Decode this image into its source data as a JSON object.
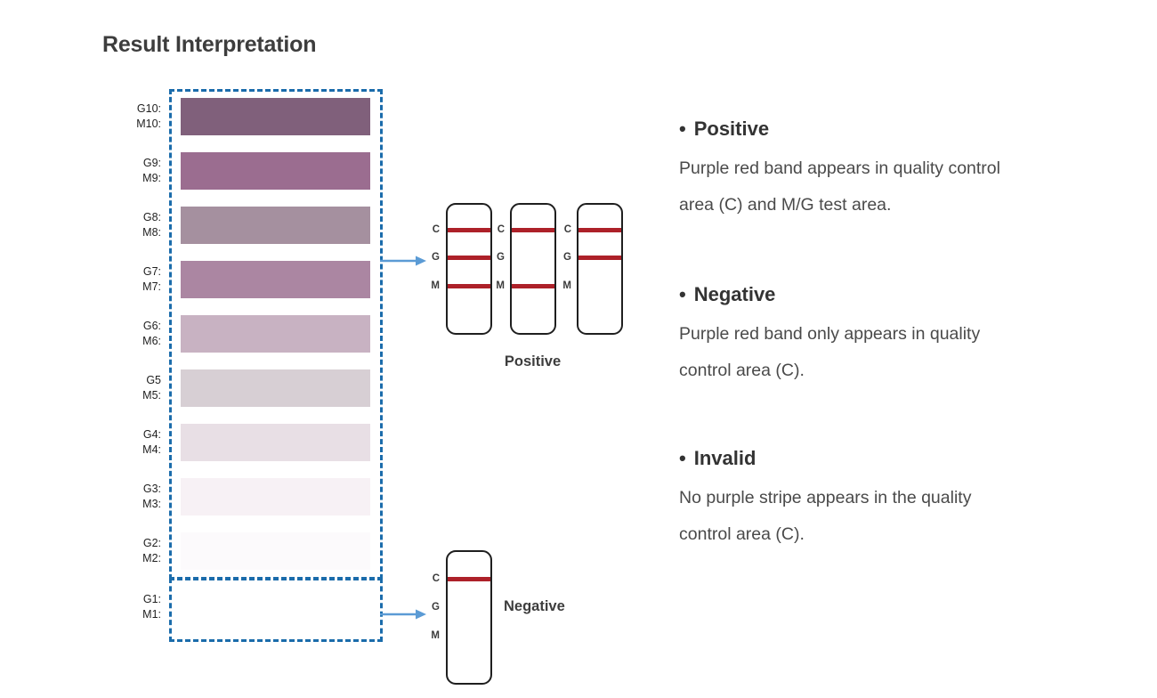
{
  "page": {
    "title": "Result Interpretation",
    "background": "#ffffff"
  },
  "ui": {
    "bullet": "•"
  },
  "colors": {
    "dashed_box": "#1b6cab",
    "arrow": "#5b9bd5",
    "band_red": "#ad2129",
    "strip_border": "#1f1f1f",
    "title_text": "#3d3d3d",
    "body_text": "#4a4a4a"
  },
  "scale": {
    "rows": [
      {
        "g_label": "G10:",
        "m_label": "M10:",
        "color": "#80607b"
      },
      {
        "g_label": "G9:",
        "m_label": "M9:",
        "color": "#9b6d90"
      },
      {
        "g_label": "G8:",
        "m_label": "M8:",
        "color": "#a5909f"
      },
      {
        "g_label": "G7:",
        "m_label": "M7:",
        "color": "#ab86a2"
      },
      {
        "g_label": "G6:",
        "m_label": "M6:",
        "color": "#c8b2c2"
      },
      {
        "g_label": "G5",
        "m_label": "M5:",
        "color": "#d7cfd4"
      },
      {
        "g_label": "G4:",
        "m_label": "M4:",
        "color": "#e8dfe5"
      },
      {
        "g_label": "G3:",
        "m_label": "M3:",
        "color": "#f7f1f5"
      },
      {
        "g_label": "G2:",
        "m_label": "M2:",
        "color": "#fcfafc"
      },
      {
        "g_label": "G1:",
        "m_label": "M1:",
        "color": "#ffffff"
      }
    ]
  },
  "strips": {
    "labels": [
      "C",
      "G",
      "M"
    ],
    "positive": {
      "caption": "Positive",
      "items": [
        {
          "bands": [
            "C",
            "G",
            "M"
          ]
        },
        {
          "bands": [
            "C",
            "M"
          ]
        },
        {
          "bands": [
            "C",
            "G"
          ]
        }
      ]
    },
    "negative": {
      "caption": "Negative",
      "items": [
        {
          "bands": [
            "C"
          ]
        }
      ]
    }
  },
  "interpretations": [
    {
      "title": "Positive",
      "line1": "Purple red band appears in quality control",
      "line2": "area (C) and M/G test area."
    },
    {
      "title": "Negative",
      "line1": "Purple red band only appears in quality",
      "line2": "control area (C)."
    },
    {
      "title": "Invalid",
      "line1": "No purple stripe appears in the quality",
      "line2": "control area (C)."
    }
  ]
}
